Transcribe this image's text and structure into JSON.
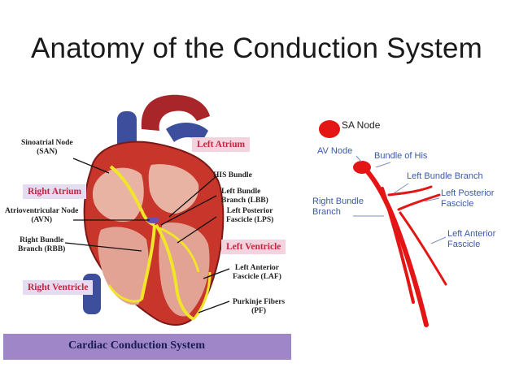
{
  "slide": {
    "title": "Anatomy of the Conduction System"
  },
  "heart_figure": {
    "labels": {
      "san": "Sinoatrial Node\n(SAN)",
      "left_atrium": "Left Atrium",
      "his_bundle": "HIS Bundle",
      "right_atrium": "Right Atrium",
      "lbb": "Left Bundle\nBranch (LBB)",
      "avn": "Atrioventricular Node\n(AVN)",
      "lps": "Left Posterior\nFascicle (LPS)",
      "rbb": "Right Bundle\nBranch (RBB)",
      "left_ventricle": "Left Ventricle",
      "right_ventricle": "Right Ventricle",
      "laf": "Left Anterior\nFascicle (LAF)",
      "pf": "Purkinje Fibers\n(PF)"
    },
    "footer": "Cardiac Conduction System"
  },
  "schematic": {
    "sa_node": "SA Node",
    "av_node": "AV Node",
    "bundle_of_his": "Bundle of His",
    "left_bundle_branch": "Left Bundle Branch",
    "left_posterior_fascicle": "Left Posterior\nFascicle",
    "right_bundle_branch": "Right Bundle\nBranch",
    "left_anterior_fascicle": "Left Anterior\nFascicle"
  },
  "colors": {
    "conduction_red": "#e31515",
    "label_blue": "#3a5aa8",
    "label_red": "#c0283f",
    "footer_purple": "#9e86c8"
  }
}
